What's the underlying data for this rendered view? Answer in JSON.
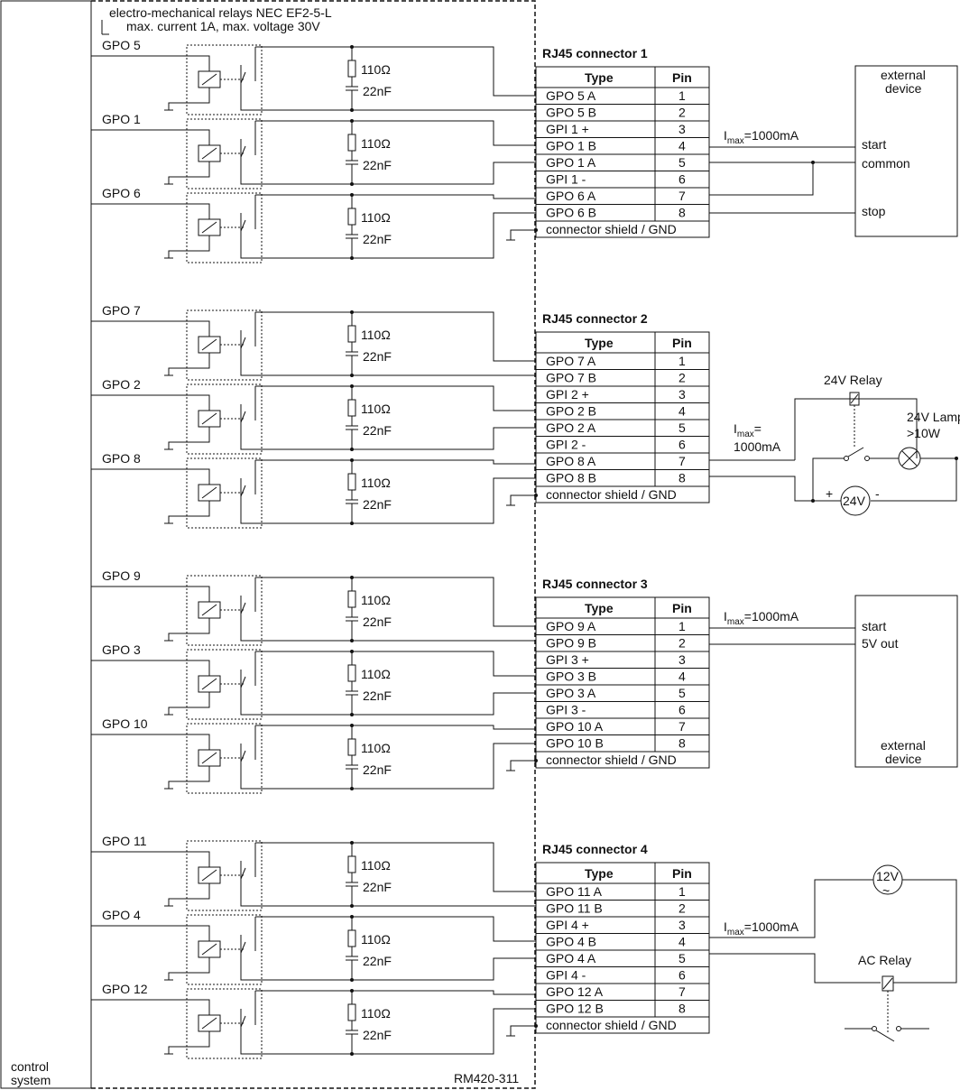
{
  "header": {
    "relays_line1": "electro-mechanical relays NEC EF2-5-L",
    "relays_line2": "max. current 1A, max. voltage 30V"
  },
  "control_system": [
    "control",
    "system"
  ],
  "model": "RM420-311",
  "resistor_value": "110Ω",
  "capacitor_value": "22nF",
  "table_headers": {
    "type": "Type",
    "pin": "Pin"
  },
  "shield_label": "connector shield / GND",
  "connectors": [
    {
      "title": "RJ45 connector 1",
      "gpo": [
        "GPO 5",
        "GPO 1",
        "GPO 6"
      ],
      "rows": [
        {
          "type": "GPO 5 A",
          "pin": "1"
        },
        {
          "type": "GPO 5 B",
          "pin": "2"
        },
        {
          "type": "GPI 1 +",
          "pin": "3"
        },
        {
          "type": "GPO 1 B",
          "pin": "4"
        },
        {
          "type": "GPO 1 A",
          "pin": "5"
        },
        {
          "type": "GPI 1 -",
          "pin": "6"
        },
        {
          "type": "GPO 6 A",
          "pin": "7"
        },
        {
          "type": "GPO 6 B",
          "pin": "8"
        }
      ]
    },
    {
      "title": "RJ45 connector 2",
      "gpo": [
        "GPO 7",
        "GPO 2",
        "GPO 8"
      ],
      "rows": [
        {
          "type": "GPO 7 A",
          "pin": "1"
        },
        {
          "type": "GPO 7 B",
          "pin": "2"
        },
        {
          "type": "GPI 2 +",
          "pin": "3"
        },
        {
          "type": "GPO 2 B",
          "pin": "4"
        },
        {
          "type": "GPO 2 A",
          "pin": "5"
        },
        {
          "type": "GPI 2 -",
          "pin": "6"
        },
        {
          "type": "GPO 8 A",
          "pin": "7"
        },
        {
          "type": "GPO 8 B",
          "pin": "8"
        }
      ]
    },
    {
      "title": "RJ45 connector 3",
      "gpo": [
        "GPO 9",
        "GPO 3",
        "GPO 10"
      ],
      "rows": [
        {
          "type": "GPO 9 A",
          "pin": "1"
        },
        {
          "type": "GPO 9 B",
          "pin": "2"
        },
        {
          "type": "GPI 3 +",
          "pin": "3"
        },
        {
          "type": "GPO 3 B",
          "pin": "4"
        },
        {
          "type": "GPO 3 A",
          "pin": "5"
        },
        {
          "type": "GPI 3 -",
          "pin": "6"
        },
        {
          "type": "GPO 10 A",
          "pin": "7"
        },
        {
          "type": "GPO 10 B",
          "pin": "8"
        }
      ]
    },
    {
      "title": "RJ45 connector 4",
      "gpo": [
        "GPO 11",
        "GPO 4",
        "GPO 12"
      ],
      "rows": [
        {
          "type": "GPO 11 A",
          "pin": "1"
        },
        {
          "type": "GPO 11 B",
          "pin": "2"
        },
        {
          "type": "GPI 4 +",
          "pin": "3"
        },
        {
          "type": "GPO 4 B",
          "pin": "4"
        },
        {
          "type": "GPO 4 A",
          "pin": "5"
        },
        {
          "type": "GPI 4 -",
          "pin": "6"
        },
        {
          "type": "GPO 12 A",
          "pin": "7"
        },
        {
          "type": "GPO 12 B",
          "pin": "8"
        }
      ]
    }
  ],
  "external1": {
    "title": [
      "external",
      "device"
    ],
    "start": "start",
    "common": "common",
    "stop": "stop",
    "imax_base": "I",
    "imax_sub": "max",
    "imax_val": "=1000mA"
  },
  "external2": {
    "relay": "24V Relay",
    "lamp": [
      "24V Lamp",
      ">10W"
    ],
    "source": "24V",
    "plus": "+",
    "minus": "-",
    "imax_base": "I",
    "imax_sub": "max",
    "imax_eq": "=",
    "imax_val": "1000mA"
  },
  "external3": {
    "title": [
      "external",
      "device"
    ],
    "start": "start",
    "out": "5V out",
    "imax_base": "I",
    "imax_sub": "max",
    "imax_val": "=1000mA"
  },
  "external4": {
    "source": "12V",
    "tilde": "~",
    "relay": "AC Relay",
    "imax_base": "I",
    "imax_sub": "max",
    "imax_val": "=1000mA"
  }
}
